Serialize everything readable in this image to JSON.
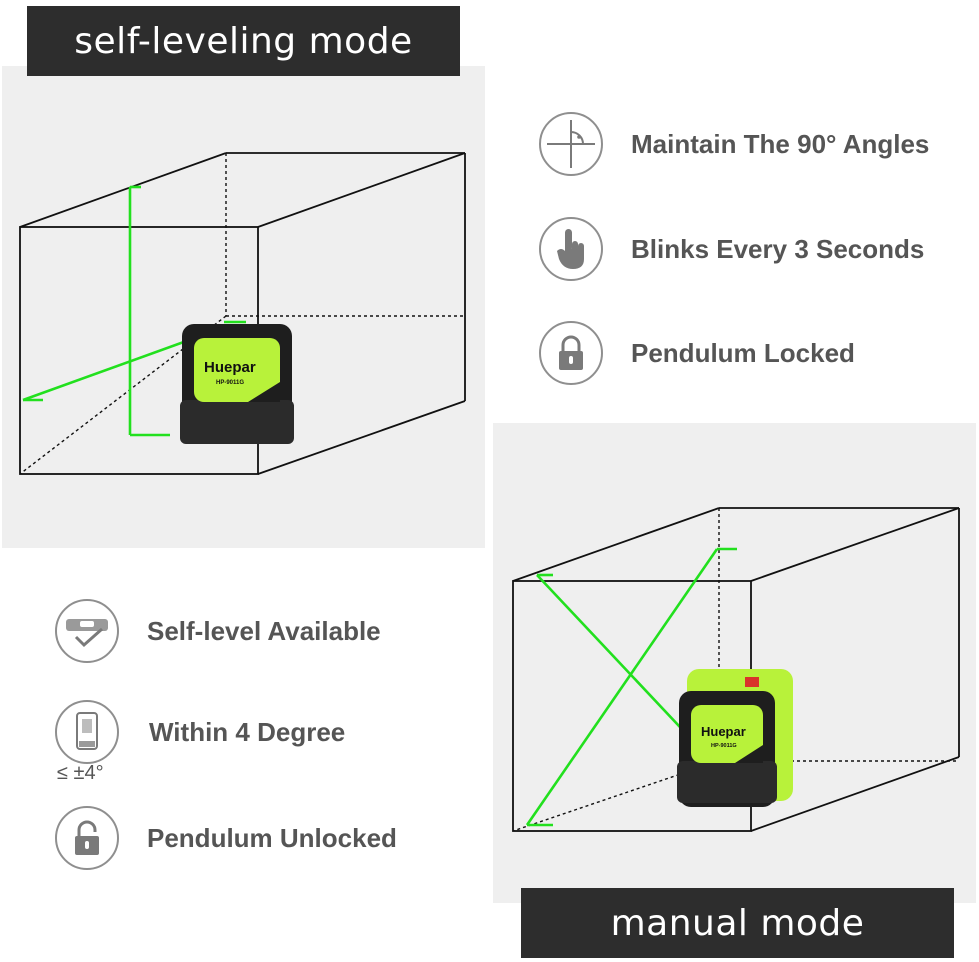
{
  "self_leveling": {
    "title": "self-leveling mode",
    "features": [
      {
        "icon": "self-level-icon",
        "label": "Self-level Available"
      },
      {
        "icon": "tilt-device-icon",
        "label": "Within 4 Degree",
        "sublabel": "≤ ±4°"
      },
      {
        "icon": "unlocked-padlock-icon",
        "label": "Pendulum Unlocked"
      }
    ]
  },
  "manual": {
    "title": "manual mode",
    "features": [
      {
        "icon": "crosshair-angle-icon",
        "label": "Maintain The 90° Angles"
      },
      {
        "icon": "pointing-hand-icon",
        "label": "Blinks Every 3 Seconds"
      },
      {
        "icon": "locked-padlock-icon",
        "label": "Pendulum Locked"
      }
    ]
  },
  "device": {
    "brand": "Huepar",
    "model": "HP-9011G"
  },
  "colors": {
    "laser": "#22e01e",
    "device_green": "#b8f23a",
    "banner": "#2d2d2d",
    "panel": "#efefef",
    "text": "#555555"
  }
}
